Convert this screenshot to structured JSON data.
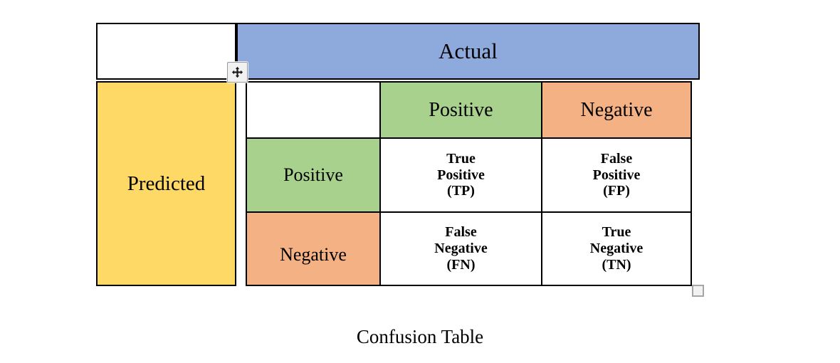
{
  "diagram": {
    "caption": "Confusion Table",
    "top_header": {
      "blank_label": "",
      "actual_label": "Actual"
    },
    "side_header": {
      "predicted_label": "Predicted"
    },
    "inner": {
      "blank_label": "",
      "column_headers": [
        "Positive",
        "Negative"
      ],
      "row_headers": [
        "Positive",
        "Negative"
      ],
      "cells": [
        [
          {
            "line1": "True",
            "line2": "Positive",
            "line3": "(TP)",
            "abbr": "TP"
          },
          {
            "line1": "False",
            "line2": "Positive",
            "line3": "(FP)",
            "abbr": "FP"
          }
        ],
        [
          {
            "line1": "False",
            "line2": "Negative",
            "line3": "(FN)",
            "abbr": "FN"
          },
          {
            "line1": "True",
            "line2": "Negative",
            "line3": "(TN)",
            "abbr": "TN"
          }
        ]
      ]
    }
  },
  "colors": {
    "actual_header": "#8EA9DB",
    "predicted_header": "#FFD966",
    "positive": "#A9D18E",
    "negative": "#F4B183",
    "border": "#000000",
    "cell_background": "#FFFFFF",
    "handle_fill": "#F1F1F1",
    "handle_border": "#9A9A9A"
  },
  "chrome": {
    "move_handle_icon": "move-four-arrows-icon",
    "resize_handle_icon": "resize-corner-handle-icon"
  }
}
